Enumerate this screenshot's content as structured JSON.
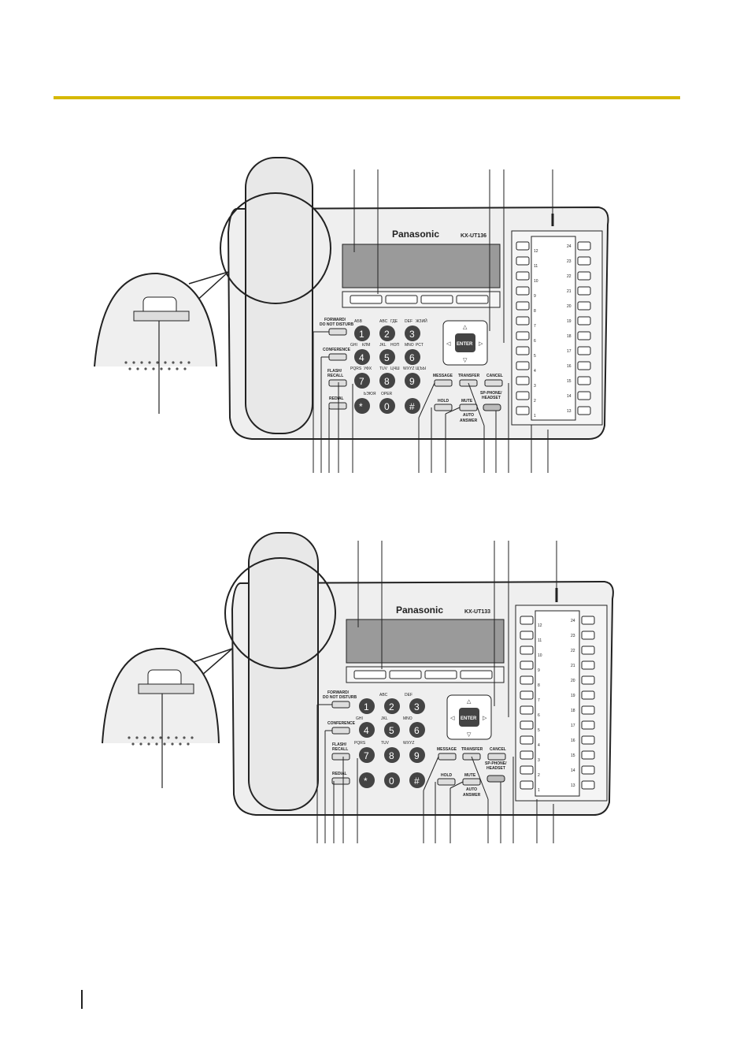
{
  "colors": {
    "accent_rule": "#d6b800",
    "line": "#222222",
    "body": "#efefef",
    "display": "#9a9a9a"
  },
  "phones": [
    {
      "brand": "Panasonic",
      "model": "KX-UT136",
      "keypad": [
        "1",
        "2",
        "3",
        "4",
        "5",
        "6",
        "7",
        "8",
        "9",
        "*",
        "0",
        "#"
      ],
      "letters": [
        "АБВ",
        "ABC",
        "ГДЕ",
        "DEF",
        "ЖЗИЙ",
        "GHI",
        "КЛМ",
        "JKL",
        "НОП",
        "MNO",
        "РСТ",
        "PQRS",
        "УФХ",
        "TUV",
        "ЦЧШ",
        "WXYZ",
        "ЩЪЫ",
        "ЬЭЮЯ",
        "OPER"
      ],
      "buttons": {
        "forward": "FORWARD/",
        "forward2": "DO NOT DISTURB",
        "conference": "CONFERENCE",
        "flash": "FLASH/",
        "flash2": "RECALL",
        "redial": "REDIAL",
        "message": "MESSAGE",
        "transfer": "TRANSFER",
        "cancel": "CANCEL",
        "hold": "HOLD",
        "mute": "MUTE",
        "auto": "AUTO",
        "answer": "ANSWER",
        "sp": "SP-PHONE/",
        "headset": "HEADSET",
        "enter": "ENTER"
      },
      "flex_left": [
        "12",
        "11",
        "10",
        "9",
        "8",
        "7",
        "6",
        "5",
        "4",
        "3",
        "2",
        "1"
      ],
      "flex_right": [
        "24",
        "23",
        "22",
        "21",
        "20",
        "19",
        "18",
        "17",
        "16",
        "15",
        "14",
        "13"
      ]
    },
    {
      "brand": "Panasonic",
      "model": "KX-UT133",
      "keypad": [
        "1",
        "2",
        "3",
        "4",
        "5",
        "6",
        "7",
        "8",
        "9",
        "*",
        "0",
        "#"
      ],
      "letters": [
        "ABC",
        "DEF",
        "GHI",
        "JKL",
        "MNO",
        "PQRS",
        "TUV",
        "WXYZ"
      ],
      "buttons": {
        "forward": "FORWARD/",
        "forward2": "DO NOT DISTURB",
        "conference": "CONFERENCE",
        "flash": "FLASH/",
        "flash2": "RECALL",
        "redial": "REDIAL",
        "message": "MESSAGE",
        "transfer": "TRANSFER",
        "cancel": "CANCEL",
        "hold": "HOLD",
        "mute": "MUTE",
        "auto": "AUTO",
        "answer": "ANSWER",
        "sp": "SP-PHONE/",
        "headset": "HEADSET",
        "enter": "ENTER"
      },
      "flex_left": [
        "12",
        "11",
        "10",
        "9",
        "8",
        "7",
        "6",
        "5",
        "4",
        "3",
        "2",
        "1"
      ],
      "flex_right": [
        "24",
        "23",
        "22",
        "21",
        "20",
        "19",
        "18",
        "17",
        "16",
        "15",
        "14",
        "13"
      ]
    }
  ]
}
